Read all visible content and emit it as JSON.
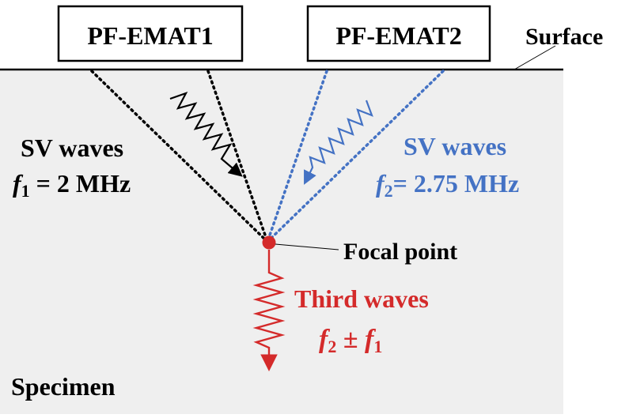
{
  "transducers": {
    "left": "PF-EMAT1",
    "right": "PF-EMAT2"
  },
  "labels": {
    "surface": "Surface",
    "specimen": "Specimen",
    "focal_point": "Focal point",
    "sv_left_title": "SV waves",
    "sv_left_freq_symbol": "f",
    "sv_left_freq_sub": "1",
    "sv_left_freq_value": " = 2 MHz",
    "sv_right_title": "SV waves",
    "sv_right_freq_symbol": "f",
    "sv_right_freq_sub": "2",
    "sv_right_freq_value": "= 2.75 MHz",
    "third_title": "Third waves",
    "third_f2": "f",
    "third_f2_sub": "2",
    "third_pm": " ± ",
    "third_f1": "f",
    "third_f1_sub": "1"
  },
  "colors": {
    "specimen_fill": "#efefef",
    "black": "#000000",
    "blue": "#4472c4",
    "red": "#d42a2a"
  }
}
